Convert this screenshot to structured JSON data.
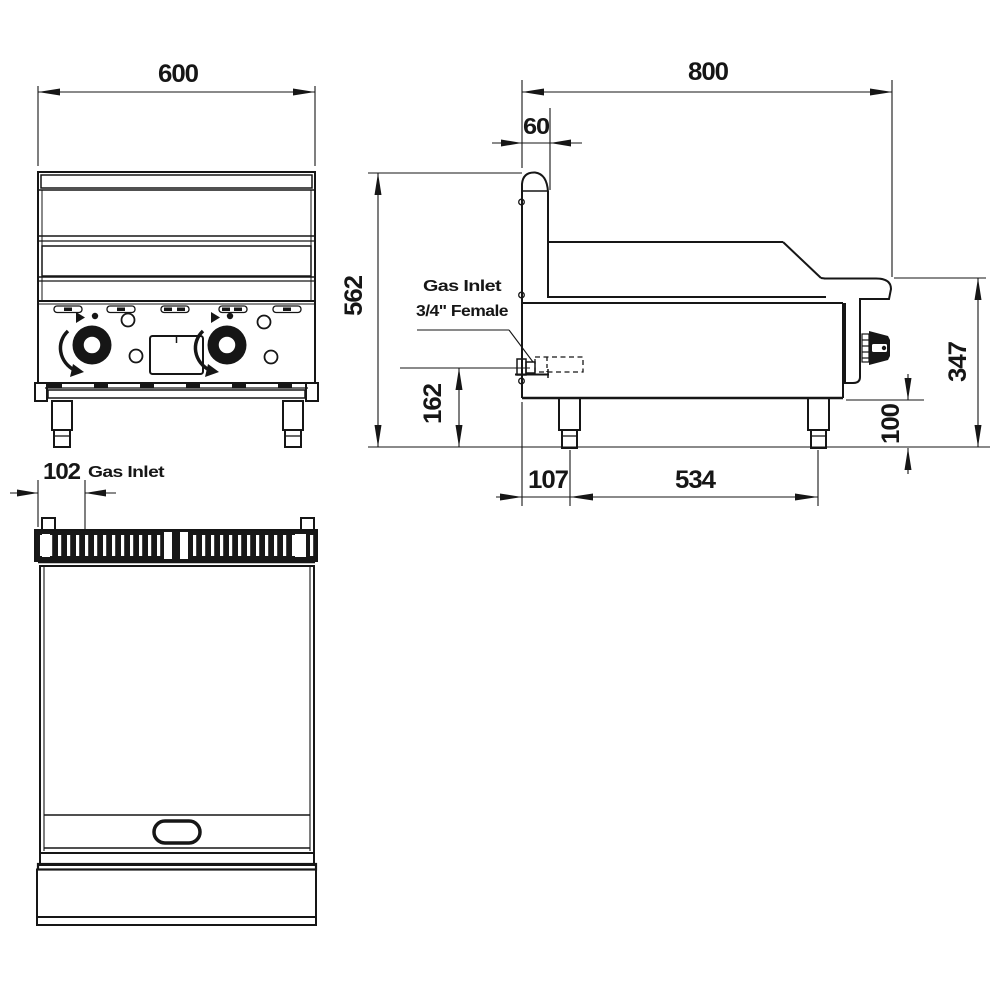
{
  "page": {
    "background_color": "#ffffff",
    "line_color": "#161616"
  },
  "views": {
    "front_view": {
      "dim_width": "600",
      "dim_overall_height": "562",
      "dim_gas_inlet_offset": "102",
      "gas_inlet_label": "Gas Inlet"
    },
    "side_view": {
      "dim_depth": "800",
      "dim_splashback_thickness": "60",
      "dim_gas_inlet_height": "162",
      "dim_front_leg_inset": "107",
      "dim_leg_spacing": "534",
      "dim_body_height": "347",
      "dim_leg_height": "100",
      "gas_inlet_note_line1": "Gas Inlet",
      "gas_inlet_note_line2": "3/4\" Female"
    }
  }
}
